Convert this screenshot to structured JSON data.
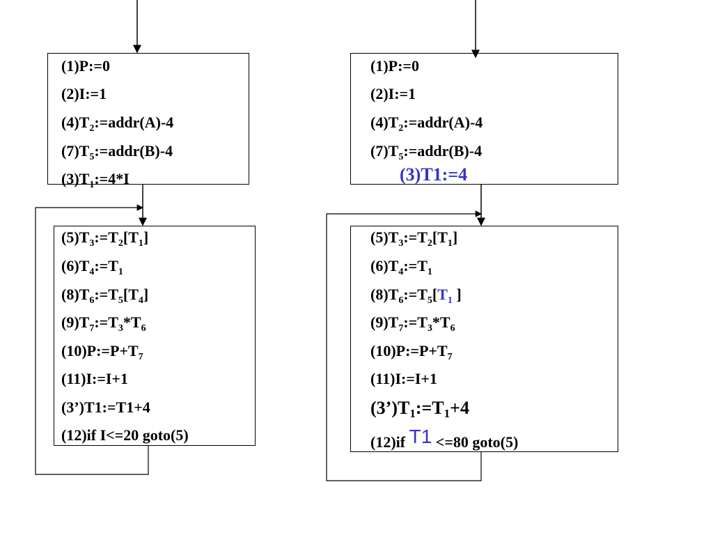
{
  "left": {
    "block1": [
      {
        "prefix": "(1)P:=0"
      },
      {
        "prefix": "(2)I:=1"
      },
      {
        "prefix": "(4)T",
        "sub": "2",
        "suffix": ":=addr(A)-4"
      },
      {
        "prefix": "(7)T",
        "sub": "5",
        "suffix": ":=addr(B)-4"
      },
      {
        "prefix": "(3)T",
        "sub": "1",
        "suffix": ":=4*I"
      }
    ],
    "block2": {
      "l5": {
        "a": "(5)T",
        "s1": "3",
        "b": ":=T",
        "s2": "2",
        "c": "[T",
        "s3": "1",
        "d": "]"
      },
      "l6": {
        "a": "(6)T",
        "s1": "4",
        "b": ":=T",
        "s2": "1"
      },
      "l8": {
        "a": "(8)T",
        "s1": "6",
        "b": ":=T",
        "s2": "5",
        "c": "[T",
        "s3": "4",
        "d": "]"
      },
      "l9": {
        "a": "(9)T",
        "s1": "7",
        "b": ":=T",
        "s2": "3",
        "c": "*T",
        "s3": "6"
      },
      "l10": {
        "a": "(10)P:=P+T",
        "s1": "7"
      },
      "l11": "(11)I:=I+1",
      "l3p": "(3’)T1:=T1+4",
      "l12": "(12)if I<=20  goto(5)"
    }
  },
  "right": {
    "block1": [
      {
        "prefix": "(1)P:=0"
      },
      {
        "prefix": "(2)I:=1"
      },
      {
        "prefix": "(4)T",
        "sub": "2",
        "suffix": ":=addr(A)-4"
      },
      {
        "prefix": "(7)T",
        "sub": "5",
        "suffix": ":=addr(B)-4"
      }
    ],
    "moved": "(3)T1:=4",
    "block2": {
      "l5": {
        "a": "(5)T",
        "s1": "3",
        "b": ":=T",
        "s2": "2",
        "c": "[T",
        "s3": "1",
        "d": "]"
      },
      "l6": {
        "a": "(6)T",
        "s1": "4",
        "b": ":=T",
        "s2": "1"
      },
      "l8": {
        "a": "(8)T",
        "s1": "6",
        "b": ":=T",
        "s2": "5",
        "c": "[",
        "blue": "T",
        "bsub": "1",
        "d": " ]"
      },
      "l9": {
        "a": "(9)T",
        "s1": "7",
        "b": ":=T",
        "s2": "3",
        "c": "*T",
        "s3": "6"
      },
      "l10": {
        "a": "(10)P:=P+T",
        "s1": "7"
      },
      "l11": "(11)I:=I+1",
      "l3p": {
        "a": "(3’)T",
        "s1": "1",
        "b": ":=T",
        "s2": "1",
        "c": "+4"
      },
      "l12": {
        "a": "(12)if  ",
        "blue": "T1",
        "c": " <=80  goto(5)"
      }
    }
  }
}
